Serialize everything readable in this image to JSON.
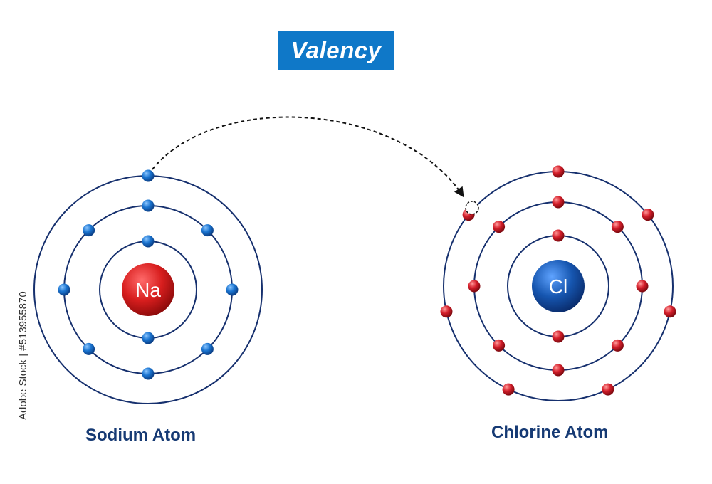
{
  "title": "Valency",
  "sodium": {
    "symbol": "Na",
    "label": "Sodium Atom",
    "shells": [
      2,
      8,
      1
    ]
  },
  "chlorine": {
    "symbol": "Cl",
    "label": "Chlorine Atom",
    "shells": [
      2,
      8,
      7
    ],
    "vacancies": 1
  },
  "credit": "Adobe Stock | #513955870",
  "colors": {
    "title_bg": "#0f78c8",
    "orbit": "#16306e",
    "sodium_nucleus": "#d81e1e",
    "chlorine_nucleus": "#1656b0",
    "sodium_electron": "#1a74d0",
    "chlorine_electron": "#d41e2a",
    "label": "#163a74"
  }
}
